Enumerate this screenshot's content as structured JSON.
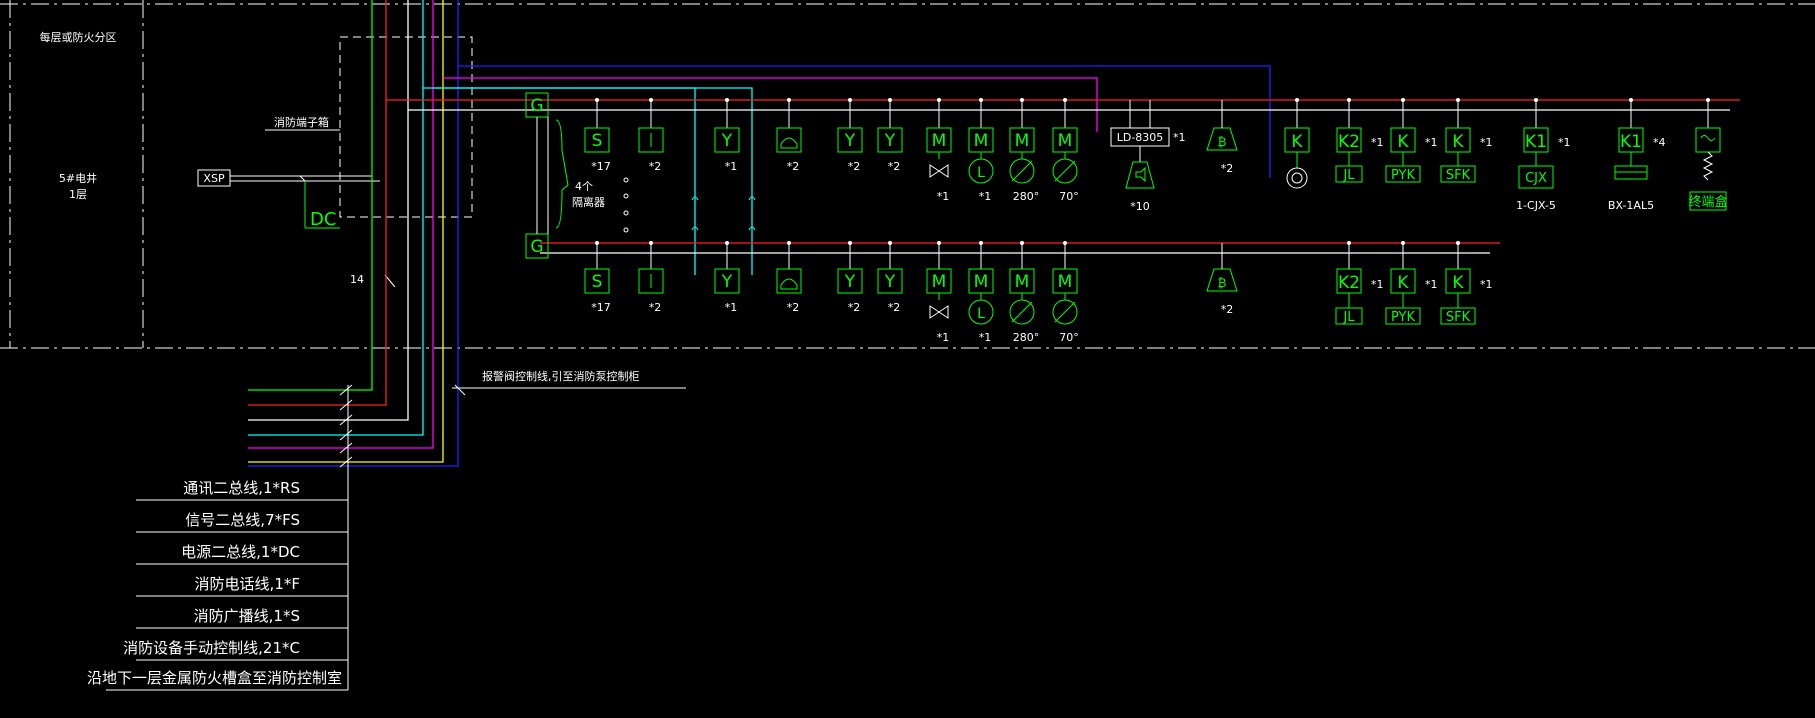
{
  "colors": {
    "background": "#000000",
    "white": "#ffffff",
    "red": "#ff2020",
    "green": "#00ff00",
    "cyan": "#00ffff",
    "magenta": "#ff00ff",
    "yellow": "#ffff00",
    "blue": "#2020ff"
  },
  "left_panel": {
    "zone_label": "每层或防火分区",
    "shaft_label": "5#电井",
    "floor_label": "1层",
    "terminal_box_label": "消防端子箱",
    "xsp_label": "XSP",
    "dc_label": "DC",
    "wire_count_label": "14"
  },
  "bus": {
    "upper_g": "G",
    "lower_g": "G",
    "isolator_label_1": "4个",
    "isolator_label_2": "隔离器"
  },
  "devices_top": [
    {
      "icon": "smoke-detector-icon",
      "glyph": "S",
      "qty": "*17"
    },
    {
      "icon": "manual-alarm-button-icon",
      "glyph": "",
      "qty": "*2"
    },
    {
      "icon": "hydrant-button-icon",
      "glyph": "Y",
      "qty": "*1"
    },
    {
      "icon": "fire-telephone-icon",
      "glyph": "",
      "qty": "*2"
    },
    {
      "icon": "water-flow-indicator-icon",
      "glyph": "Y",
      "qty": "*2"
    },
    {
      "icon": "pressure-switch-icon",
      "glyph": "Y",
      "qty": "*2"
    },
    {
      "icon": "signal-valve-icon",
      "glyph": "M",
      "qty": "*1"
    },
    {
      "icon": "flow-switch-icon",
      "glyph": "M",
      "qty": "*1"
    },
    {
      "icon": "fire-damper-280-icon",
      "glyph": "M",
      "qty": "280°"
    },
    {
      "icon": "fire-damper-70-icon",
      "glyph": "M",
      "qty": "70°"
    }
  ],
  "devices_bottom": [
    {
      "icon": "smoke-detector-icon",
      "glyph": "S",
      "qty": "*17"
    },
    {
      "icon": "manual-alarm-button-icon",
      "glyph": "",
      "qty": "*2"
    },
    {
      "icon": "hydrant-button-icon",
      "glyph": "Y",
      "qty": "*1"
    },
    {
      "icon": "fire-telephone-icon",
      "glyph": "",
      "qty": "*2"
    },
    {
      "icon": "water-flow-indicator-icon",
      "glyph": "Y",
      "qty": "*2"
    },
    {
      "icon": "pressure-switch-icon",
      "glyph": "Y",
      "qty": "*2"
    },
    {
      "icon": "signal-valve-icon",
      "glyph": "M",
      "qty": "*1"
    },
    {
      "icon": "flow-switch-icon",
      "glyph": "M",
      "qty": "*1"
    },
    {
      "icon": "fire-damper-280-icon",
      "glyph": "M",
      "qty": "280°"
    },
    {
      "icon": "fire-damper-70-icon",
      "glyph": "M",
      "qty": "70°"
    }
  ],
  "broadcast": {
    "module_label": "LD-8305",
    "module_qty": "*1",
    "speaker_qty": "*10",
    "alarm_qty_top": "*2",
    "alarm_qty_bottom": "*2"
  },
  "controls_top": [
    {
      "label": "K",
      "sub": "",
      "qty": ""
    },
    {
      "label": "K2",
      "sub": "JL",
      "qty": "*1"
    },
    {
      "label": "K",
      "sub": "PYK",
      "qty": "*1"
    },
    {
      "label": "K",
      "sub": "SFK",
      "qty": "*1"
    },
    {
      "label": "K1",
      "sub": "CJX",
      "qty": "*1",
      "caption": "1-CJX-5"
    },
    {
      "label": "K1",
      "sub": "",
      "qty": "*4",
      "caption": "BX-1AL5"
    },
    {
      "label": "",
      "sub": "",
      "qty": "",
      "caption": "终端盒"
    }
  ],
  "controls_bottom": [
    {
      "label": "K2",
      "sub": "JL",
      "qty": "*1"
    },
    {
      "label": "K",
      "sub": "PYK",
      "qty": "*1"
    },
    {
      "label": "K",
      "sub": "SFK",
      "qty": "*1"
    }
  ],
  "annotations": {
    "alarm_valve_line": "报警阀控制线,引至消防泵控制柜"
  },
  "legend": [
    "通讯二总线,1*RS",
    "信号二总线,7*FS",
    "电源二总线,1*DC",
    "消防电话线,1*F",
    "消防广播线,1*S",
    "消防设备手动控制线,21*C",
    "沿地下一层金属防火槽盒至消防控制室"
  ]
}
